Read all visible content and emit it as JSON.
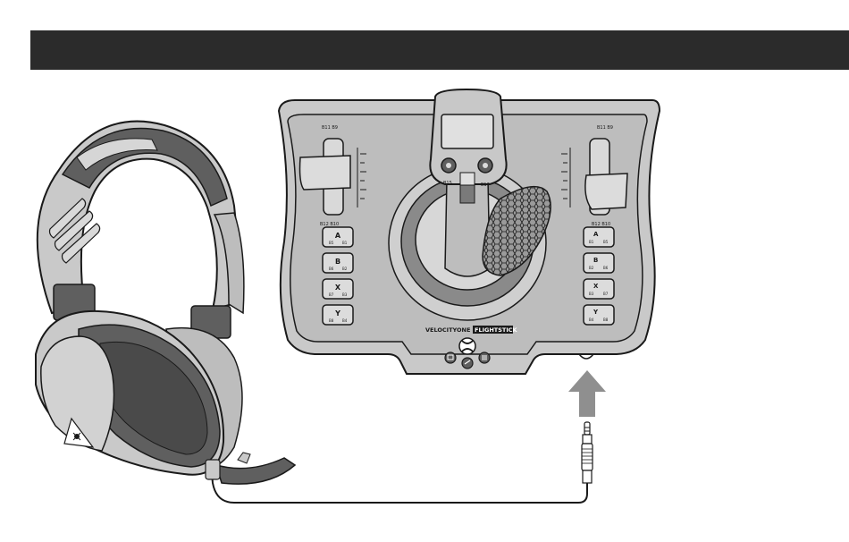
{
  "header": {
    "title": ""
  },
  "colors": {
    "header": "#2b2b2b",
    "body_fill": "#c9c9c9",
    "panel_fill": "#bdbdbd",
    "dark_fill": "#5f5f5f",
    "outline": "#1a1a1a",
    "arrow": "#8f8f8f"
  },
  "flightstick": {
    "brand_left": "VELOCITYONE",
    "brand_right": "FLIGHTSTICK",
    "left_buttons": [
      {
        "letter": "A",
        "sub_left": "B5",
        "sub_right": "B1"
      },
      {
        "letter": "B",
        "sub_left": "B6",
        "sub_right": "B2"
      },
      {
        "letter": "X",
        "sub_left": "B7",
        "sub_right": "B3"
      },
      {
        "letter": "Y",
        "sub_left": "B8",
        "sub_right": "B4"
      }
    ],
    "right_buttons": [
      {
        "letter": "A",
        "sub_left": "B1",
        "sub_right": "B5"
      },
      {
        "letter": "B",
        "sub_left": "B2",
        "sub_right": "B6"
      },
      {
        "letter": "X",
        "sub_left": "B3",
        "sub_right": "B7"
      },
      {
        "letter": "Y",
        "sub_left": "B4",
        "sub_right": "B8"
      }
    ],
    "throttle_top_label": "B11 B9",
    "throttle_bottom_label": "B12 B10",
    "throttle_top_label_right": "B11 B9",
    "throttle_bottom_label_right": "B12 B10",
    "stick_left_label": "B15",
    "stick_right_label": "B17"
  },
  "icons": [
    "turtle-beach-logo-icon",
    "xbox-logo-icon",
    "view-button-icon",
    "menu-button-icon",
    "share-button-icon",
    "up-arrow-icon"
  ]
}
